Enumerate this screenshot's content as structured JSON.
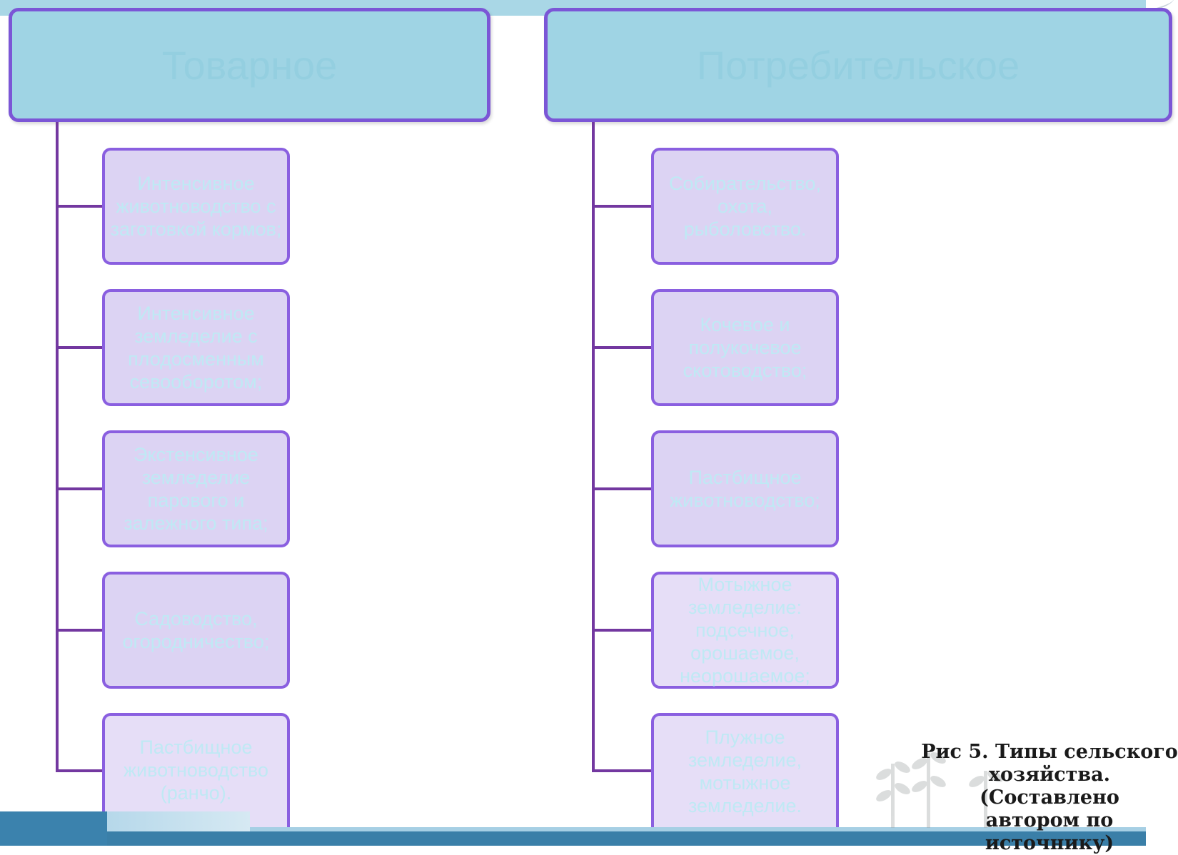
{
  "header": {
    "left_title": "Товарное",
    "right_title": "Потребительское"
  },
  "left_items": [
    "Интенсивное животноводство с заготовкой кормов;",
    "Интенсивное земледелие с плодосменным севооборотом;",
    "Экстенсивное земледелие парового и залежного типа;",
    "Садоводство, огородничество;",
    "Пастбищное животноводство (ранчо)."
  ],
  "right_items": [
    "Собирательство, охота, рыболовство.",
    "Кочевое и полукочевое скотоводство;",
    "Пастбищное животноводство;",
    "Мотыжное земледелие: подсечное, орошаемое, неорошаемое;",
    "Плужное земледелие, мотыжное земледелие."
  ],
  "caption": {
    "text": "Рис 5. Типы сельского\nхозяйства. (Составлено\nавтором по источнику)"
  },
  "colors": {
    "header_fill": "#9fd4e4",
    "border": "#7b56d6",
    "connector": "#7338a0",
    "item_fill": "#dcd3f3",
    "item_text": "#bfe9f4"
  }
}
